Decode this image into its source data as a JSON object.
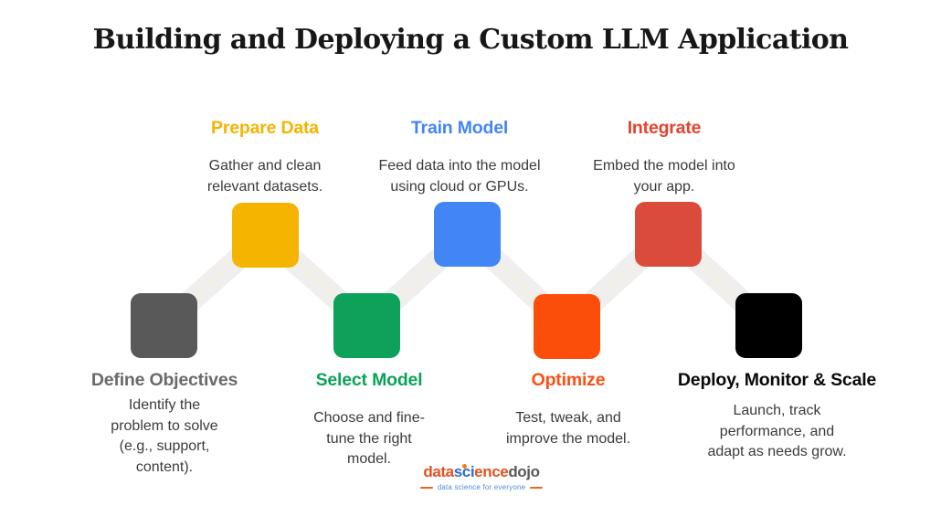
{
  "title": "Building and Deploying a Custom LLM Application",
  "road": {
    "base_color": "#f0efed",
    "dash_color": "#f7f0d9"
  },
  "steps": [
    {
      "id": "define-objectives",
      "label": "Define Objectives",
      "description": "Identify the\nproblem to solve\n(e.g., support,\ncontent).",
      "color": "#595959",
      "label_color": "#6a6a6a",
      "position": "bottom"
    },
    {
      "id": "prepare-data",
      "label": "Prepare Data",
      "description": "Gather and clean\nrelevant datasets.",
      "color": "#f4b400",
      "label_color": "#f5b301",
      "position": "top"
    },
    {
      "id": "select-model",
      "label": "Select Model",
      "description": "Choose and fine-\ntune the right\nmodel.",
      "color": "#0da15a",
      "label_color": "#0ca357",
      "position": "bottom"
    },
    {
      "id": "train-model",
      "label": "Train Model",
      "description": "Feed data into the model\nusing cloud or GPUs.",
      "color": "#4285f4",
      "label_color": "#4285f4",
      "position": "top"
    },
    {
      "id": "optimize",
      "label": "Optimize",
      "description": "Test, tweak, and\nimprove the model.",
      "color": "#fb4e0b",
      "label_color": "#fb4f14",
      "position": "bottom"
    },
    {
      "id": "integrate",
      "label": "Integrate",
      "description": "Embed the model into\nyour app.",
      "color": "#da4b3b",
      "label_color": "#e5432e",
      "position": "top"
    },
    {
      "id": "deploy-monitor-scale",
      "label": "Deploy, Monitor & Scale",
      "description": "Launch, track\nperformance, and\nadapt as needs grow.",
      "color": "#000000",
      "label_color": "#0a0a0a",
      "position": "bottom"
    }
  ],
  "logo": {
    "segments": [
      {
        "text": "data",
        "color": "#e4511e"
      },
      {
        "text": "sci",
        "color": "#2b70c6"
      },
      {
        "text": "ence",
        "color": "#e4511e"
      },
      {
        "text": "dojo",
        "color": "#58595b"
      }
    ],
    "i_dot_color": "#f07f13",
    "tagline": "data science for everyone",
    "tagline_color": "#4c8bd8",
    "dash_color": "#e8671b"
  }
}
